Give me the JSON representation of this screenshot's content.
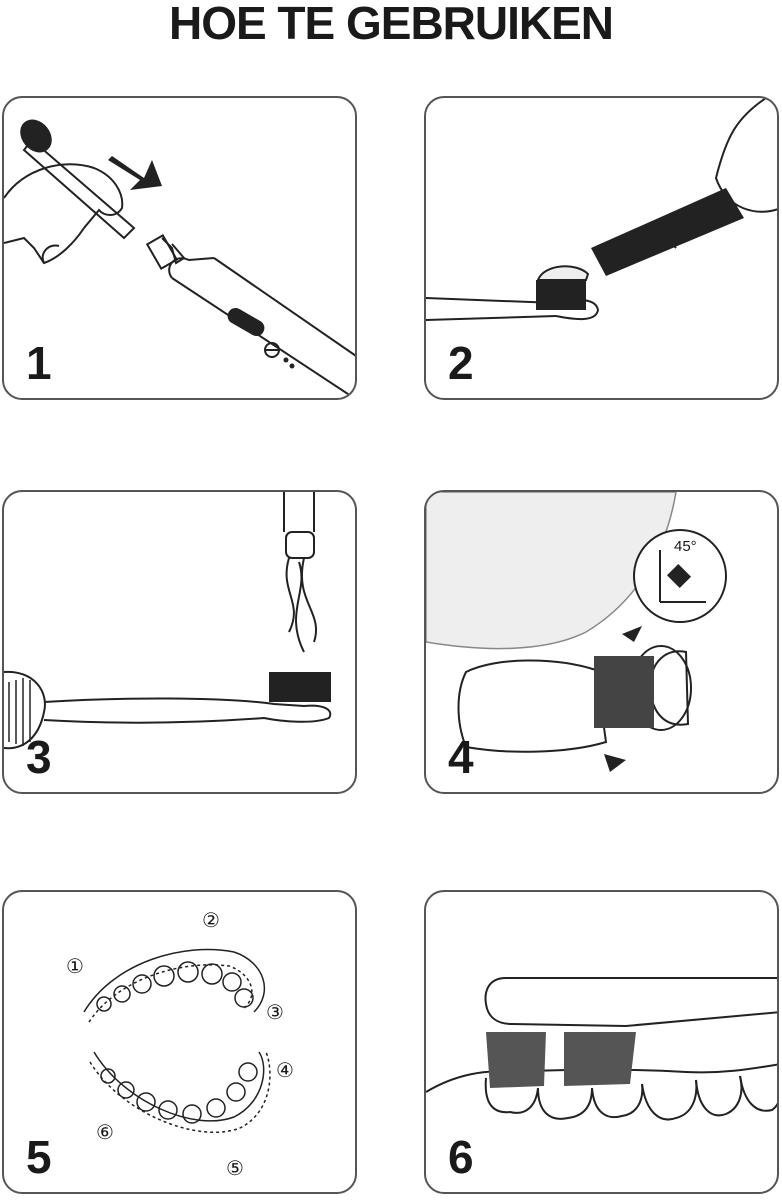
{
  "title": "HOE TE GEBRUIKEN",
  "panels": [
    {
      "step": "1",
      "illustration": "attach-brush-head"
    },
    {
      "step": "2",
      "illustration": "apply-toothpaste"
    },
    {
      "step": "3",
      "illustration": "rinse-brush"
    },
    {
      "step": "4",
      "illustration": "brush-angle",
      "angle_label": "45°"
    },
    {
      "step": "5",
      "illustration": "teeth-zones",
      "zones": [
        "①",
        "②",
        "③",
        "④",
        "⑤",
        "⑥"
      ]
    },
    {
      "step": "6",
      "illustration": "brush-on-teeth"
    }
  ]
}
